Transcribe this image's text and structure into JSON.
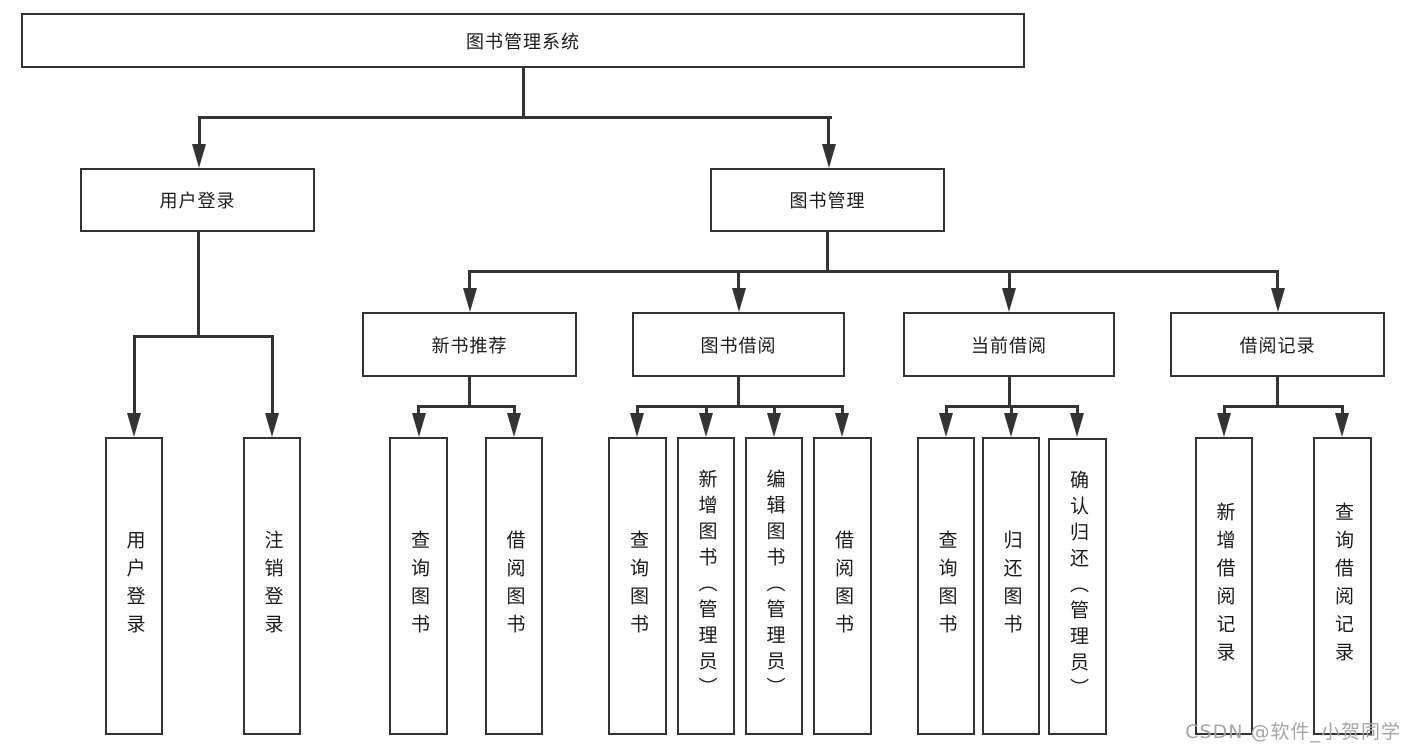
{
  "diagram_title": "图书管理系统",
  "nodes": {
    "root": "图书管理系统",
    "user_login": "用户登录",
    "book_mgmt": "图书管理",
    "new_book": "新书推荐",
    "book_borrow": "图书借阅",
    "current_borrow": "当前借阅",
    "borrow_record": "借阅记录",
    "leaf_user_login": "用户登录",
    "leaf_logout": "注销登录",
    "leaf_nb_query": "查询图书",
    "leaf_nb_borrow": "借阅图书",
    "leaf_bw_query": "查询图书",
    "leaf_bw_add": "新增图书（管理员）",
    "leaf_bw_edit": "编辑图书（管理员）",
    "leaf_bw_borrow": "借阅图书",
    "leaf_cur_query": "查询图书",
    "leaf_cur_return": "归还图书",
    "leaf_cur_confirm": "确认归还（管理员）",
    "leaf_rec_add": "新增借阅记录",
    "leaf_rec_query": "查询借阅记录"
  },
  "hierarchy": {
    "图书管理系统": [
      "用户登录",
      "图书管理"
    ],
    "用户登录": [
      "用户登录",
      "注销登录"
    ],
    "图书管理": [
      "新书推荐",
      "图书借阅",
      "当前借阅",
      "借阅记录"
    ],
    "新书推荐": [
      "查询图书",
      "借阅图书"
    ],
    "图书借阅": [
      "查询图书",
      "新增图书（管理员）",
      "编辑图书（管理员）",
      "借阅图书"
    ],
    "当前借阅": [
      "查询图书",
      "归还图书",
      "确认归还（管理员）"
    ],
    "借阅记录": [
      "新增借阅记录",
      "查询借阅记录"
    ]
  },
  "watermark": "CSDN @软件_小贺同学",
  "colors": {
    "line": "#333333",
    "text": "#1a1a1a",
    "watermark": "#a6a6a6",
    "bg": "#ffffff"
  }
}
